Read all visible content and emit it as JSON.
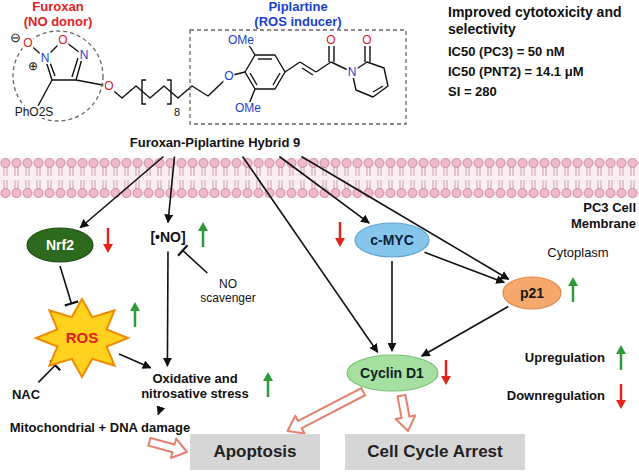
{
  "diagram": {
    "nodes": [
      {
        "text": [
          "Furoxan",
          "(NO donor)"
        ]
      },
      {
        "text": [
          "Piplartine",
          "(ROS inducer)"
        ]
      },
      {
        "text": [
          "Furoxan-Piplartine Hybrid 9"
        ]
      },
      {
        "text": [
          "Nrf2"
        ]
      },
      {
        "text": [
          "[•NO]"
        ]
      },
      {
        "text": [
          "c-MYC"
        ]
      },
      {
        "text": [
          "p21"
        ]
      },
      {
        "text": [
          "ROS"
        ]
      },
      {
        "text": [
          "NO scavenger"
        ]
      },
      {
        "text": [
          "NAC"
        ]
      },
      {
        "text": [
          "Oxidative and nitrosative stress"
        ]
      },
      {
        "text": [
          "Mitochondrial + DNA damage"
        ]
      },
      {
        "text": [
          "Cyclin D1"
        ]
      },
      {
        "text": [
          "Apoptosis"
        ]
      },
      {
        "text": [
          "Cell Cycle Arrest"
        ]
      }
    ],
    "edges": [
      {
        "from": 2,
        "to": 3,
        "arrow": "to"
      },
      {
        "from": 2,
        "to": 4,
        "arrow": "to"
      },
      {
        "from": 2,
        "to": 12,
        "arrow": "to"
      },
      {
        "from": 2,
        "to": 5,
        "arrow": "to"
      },
      {
        "from": 2,
        "to": 6,
        "arrow": "to"
      },
      {
        "from": 3,
        "to": 7,
        "arrow": "none"
      },
      {
        "from": 9,
        "to": 7,
        "arrow": "none"
      },
      {
        "from": 8,
        "to": 4,
        "arrow": "none"
      },
      {
        "from": 7,
        "to": 10,
        "arrow": "to"
      },
      {
        "from": 4,
        "to": 10,
        "arrow": "to"
      },
      {
        "from": 10,
        "to": 11,
        "arrow": "to"
      },
      {
        "from": 11,
        "to": 13,
        "arrow": "to"
      },
      {
        "from": 12,
        "to": 13,
        "arrow": "to"
      },
      {
        "from": 12,
        "to": 14,
        "arrow": "to"
      },
      {
        "from": 5,
        "to": 6,
        "arrow": "to"
      },
      {
        "from": 5,
        "to": 12,
        "arrow": "to"
      },
      {
        "from": 6,
        "to": 12,
        "arrow": "to"
      }
    ],
    "labels": [
      "Improved cytotoxicity and selectivity",
      "IC50 (PC3) = 50 nM",
      "IC50 (PNT2) = 14.1 μM",
      "SI = 280",
      "PC3 Cell Membrane",
      "Cytoplasm",
      "⊖",
      "O",
      "⊕",
      "N",
      "O",
      "N",
      "PhO2S",
      "O",
      "8",
      "OMe",
      "O",
      "OMe",
      "O",
      "N",
      "O"
    ],
    "legend": [
      {
        "text": "Upregulation"
      },
      {
        "text": "Downregulation"
      }
    ]
  }
}
